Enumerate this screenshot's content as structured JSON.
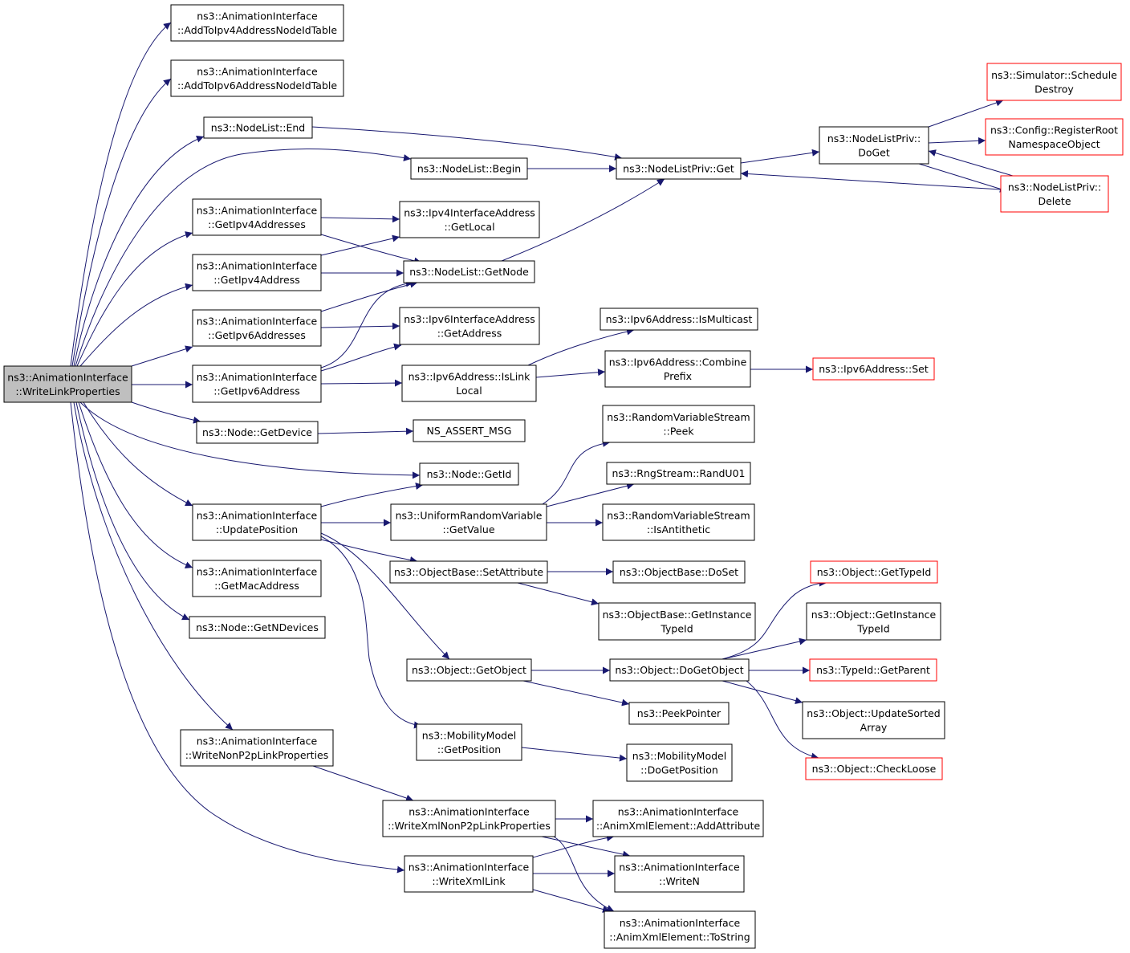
{
  "colors": {
    "edge": "#191970",
    "node_border": "#000000",
    "root_fill": "#bfbfbf",
    "node_fill": "#ffffff",
    "truncated_border": "#ff0000"
  },
  "nodes": {
    "root": {
      "lines": [
        "ns3::AnimationInterface",
        "::WriteLinkProperties"
      ]
    },
    "add4": {
      "lines": [
        "ns3::AnimationInterface",
        "::AddToIpv4AddressNodeIdTable"
      ]
    },
    "add6": {
      "lines": [
        "ns3::AnimationInterface",
        "::AddToIpv6AddressNodeIdTable"
      ]
    },
    "nlend": {
      "lines": [
        "ns3::NodeList::End"
      ]
    },
    "nlbegin": {
      "lines": [
        "ns3::NodeList::Begin"
      ]
    },
    "nlpget": {
      "lines": [
        "ns3::NodeListPriv::Get"
      ]
    },
    "nlpdoget": {
      "lines": [
        "ns3::NodeListPriv::",
        "DoGet"
      ]
    },
    "simsched": {
      "lines": [
        "ns3::Simulator::Schedule",
        "Destroy"
      ]
    },
    "cfgreg": {
      "lines": [
        "ns3::Config::RegisterRoot",
        "NamespaceObject"
      ]
    },
    "nlpdel": {
      "lines": [
        "ns3::NodeListPriv::",
        "Delete"
      ]
    },
    "getip4s": {
      "lines": [
        "ns3::AnimationInterface",
        "::GetIpv4Addresses"
      ]
    },
    "ip4local": {
      "lines": [
        "ns3::Ipv4InterfaceAddress",
        "::GetLocal"
      ]
    },
    "getip4": {
      "lines": [
        "ns3::AnimationInterface",
        "::GetIpv4Address"
      ]
    },
    "nlgetnode": {
      "lines": [
        "ns3::NodeList::GetNode"
      ]
    },
    "getip6s": {
      "lines": [
        "ns3::AnimationInterface",
        "::GetIpv6Addresses"
      ]
    },
    "ip6getaddr": {
      "lines": [
        "ns3::Ipv6InterfaceAddress",
        "::GetAddress"
      ]
    },
    "ismcast": {
      "lines": [
        "ns3::Ipv6Address::IsMulticast"
      ]
    },
    "getip6": {
      "lines": [
        "ns3::AnimationInterface",
        "::GetIpv6Address"
      ]
    },
    "islink": {
      "lines": [
        "ns3::Ipv6Address::IsLink",
        "Local"
      ]
    },
    "combine": {
      "lines": [
        "ns3::Ipv6Address::Combine",
        "Prefix"
      ]
    },
    "ip6set": {
      "lines": [
        "ns3::Ipv6Address::Set"
      ]
    },
    "getdev": {
      "lines": [
        "ns3::Node::GetDevice"
      ]
    },
    "assert": {
      "lines": [
        "NS_ASSERT_MSG"
      ]
    },
    "rvspeek": {
      "lines": [
        "ns3::RandomVariableStream",
        "::Peek"
      ]
    },
    "getid": {
      "lines": [
        "ns3::Node::GetId"
      ]
    },
    "randu01": {
      "lines": [
        "ns3::RngStream::RandU01"
      ]
    },
    "updpos": {
      "lines": [
        "ns3::AnimationInterface",
        "::UpdatePosition"
      ]
    },
    "urvget": {
      "lines": [
        "ns3::UniformRandomVariable",
        "::GetValue"
      ]
    },
    "rvsanti": {
      "lines": [
        "ns3::RandomVariableStream",
        "::IsAntithetic"
      ]
    },
    "getmac": {
      "lines": [
        "ns3::AnimationInterface",
        "::GetMacAddress"
      ]
    },
    "setattr": {
      "lines": [
        "ns3::ObjectBase::SetAttribute"
      ]
    },
    "doset": {
      "lines": [
        "ns3::ObjectBase::DoSet"
      ]
    },
    "objtypeid": {
      "lines": [
        "ns3::Object::GetTypeId"
      ]
    },
    "getninst": {
      "lines": [
        "ns3::ObjectBase::GetInstance",
        "TypeId"
      ]
    },
    "objinst": {
      "lines": [
        "ns3::Object::GetInstance",
        "TypeId"
      ]
    },
    "getndev": {
      "lines": [
        "ns3::Node::GetNDevices"
      ]
    },
    "getobj": {
      "lines": [
        "ns3::Object::GetObject"
      ]
    },
    "dogetobj": {
      "lines": [
        "ns3::Object::DoGetObject"
      ]
    },
    "parent": {
      "lines": [
        "ns3::TypeId::GetParent"
      ]
    },
    "peekptr": {
      "lines": [
        "ns3::PeekPointer"
      ]
    },
    "updsorted": {
      "lines": [
        "ns3::Object::UpdateSorted",
        "Array"
      ]
    },
    "mobget": {
      "lines": [
        "ns3::MobilityModel",
        "::GetPosition"
      ]
    },
    "wnonp2p": {
      "lines": [
        "ns3::AnimationInterface",
        "::WriteNonP2pLinkProperties"
      ]
    },
    "mobdoget": {
      "lines": [
        "ns3::MobilityModel",
        "::DoGetPosition"
      ]
    },
    "checkloose": {
      "lines": [
        "ns3::Object::CheckLoose"
      ]
    },
    "wxmlnonp2p": {
      "lines": [
        "ns3::AnimationInterface",
        "::WriteXmlNonP2pLinkProperties"
      ]
    },
    "addattr": {
      "lines": [
        "ns3::AnimationInterface",
        "::AnimXmlElement::AddAttribute"
      ]
    },
    "wxmllink": {
      "lines": [
        "ns3::AnimationInterface",
        "::WriteXmlLink"
      ]
    },
    "writen": {
      "lines": [
        "ns3::AnimationInterface",
        "::WriteN"
      ]
    },
    "tostring": {
      "lines": [
        "ns3::AnimationInterface",
        "::AnimXmlElement::ToString"
      ]
    }
  }
}
